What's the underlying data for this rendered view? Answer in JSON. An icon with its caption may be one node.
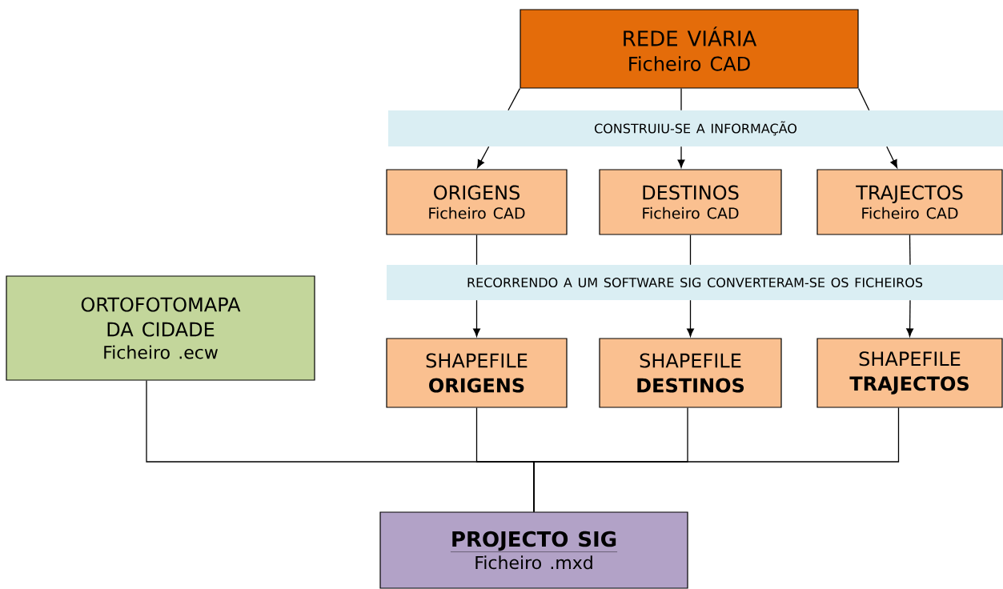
{
  "diagram": {
    "nodes": [
      {
        "text": [
          "REDE VIÁRIA",
          "Ficheiro CAD"
        ]
      },
      {
        "text": [
          "CONSTRUIU-SE A INFORMAÇÃO"
        ]
      },
      {
        "text": [
          "ORIGENS",
          "Ficheiro CAD"
        ]
      },
      {
        "text": [
          "DESTINOS",
          "Ficheiro CAD"
        ]
      },
      {
        "text": [
          "TRAJECTOS",
          "Ficheiro CAD"
        ]
      },
      {
        "text": [
          "RECORRENDO A UM SOFTWARE SIG CONVERTERAM-SE OS FICHEIROS"
        ]
      },
      {
        "text": [
          "ORTOFOTOMAPA DA CIDADE",
          "Ficheiro .ecw"
        ]
      },
      {
        "text": [
          "SHAPEFILE",
          "ORIGENS"
        ]
      },
      {
        "text": [
          "SHAPEFILE",
          "DESTINOS"
        ]
      },
      {
        "text": [
          "SHAPEFILE",
          "TRAJECTOS"
        ]
      },
      {
        "text": [
          "PROJECTO SIG",
          "Ficheiro .mxd"
        ]
      }
    ],
    "edges": [
      {
        "from": 0,
        "to": 1,
        "arrow": "none"
      },
      {
        "from": 0,
        "to": 1,
        "arrow": "none"
      },
      {
        "from": 0,
        "to": 1,
        "arrow": "none"
      },
      {
        "from": 1,
        "to": 2,
        "arrow": "to"
      },
      {
        "from": 1,
        "to": 3,
        "arrow": "to"
      },
      {
        "from": 1,
        "to": 4,
        "arrow": "to"
      },
      {
        "from": 2,
        "to": 5,
        "arrow": "none"
      },
      {
        "from": 3,
        "to": 5,
        "arrow": "none"
      },
      {
        "from": 4,
        "to": 5,
        "arrow": "none"
      },
      {
        "from": 5,
        "to": 7,
        "arrow": "to"
      },
      {
        "from": 5,
        "to": 8,
        "arrow": "to"
      },
      {
        "from": 5,
        "to": 9,
        "arrow": "to"
      },
      {
        "from": 6,
        "to": 10,
        "arrow": "none"
      },
      {
        "from": 7,
        "to": 10,
        "arrow": "none"
      },
      {
        "from": 8,
        "to": 10,
        "arrow": "none"
      },
      {
        "from": 9,
        "to": 10,
        "arrow": "none"
      }
    ]
  }
}
